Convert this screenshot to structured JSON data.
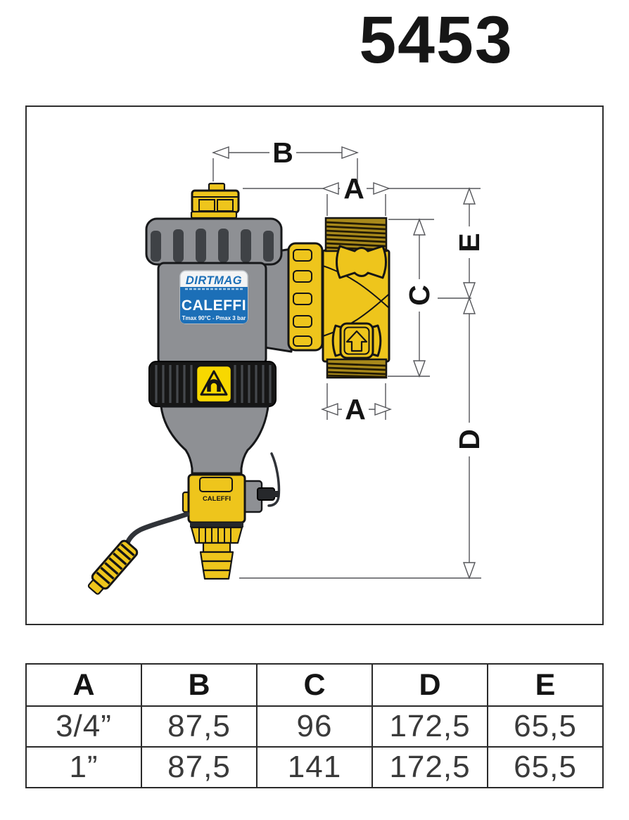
{
  "page": {
    "title": "5453"
  },
  "drawing": {
    "dims": {
      "a": "A",
      "b": "B",
      "c": "C",
      "d": "D",
      "e": "E"
    },
    "label": {
      "series": "DIRTMAG",
      "brand": "CALEFFI",
      "spec": "Tmax 90°C  -  Pmax 3 bar"
    },
    "drain_brand": "CALEFFI"
  },
  "table": {
    "headers": [
      "A",
      "B",
      "C",
      "D",
      "E"
    ],
    "rows": [
      [
        "3/4”",
        "87,5",
        "96",
        "172,5",
        "65,5"
      ],
      [
        "1”",
        "87,5",
        "141",
        "172,5",
        "65,5"
      ]
    ]
  },
  "colors": {
    "brass": "#eec51c",
    "body_gray": "#8e9094",
    "ring_black": "#161616",
    "label_blue": "#1c6fb7",
    "warning_yellow": "#f8d800",
    "dim_line": "#55565a"
  }
}
